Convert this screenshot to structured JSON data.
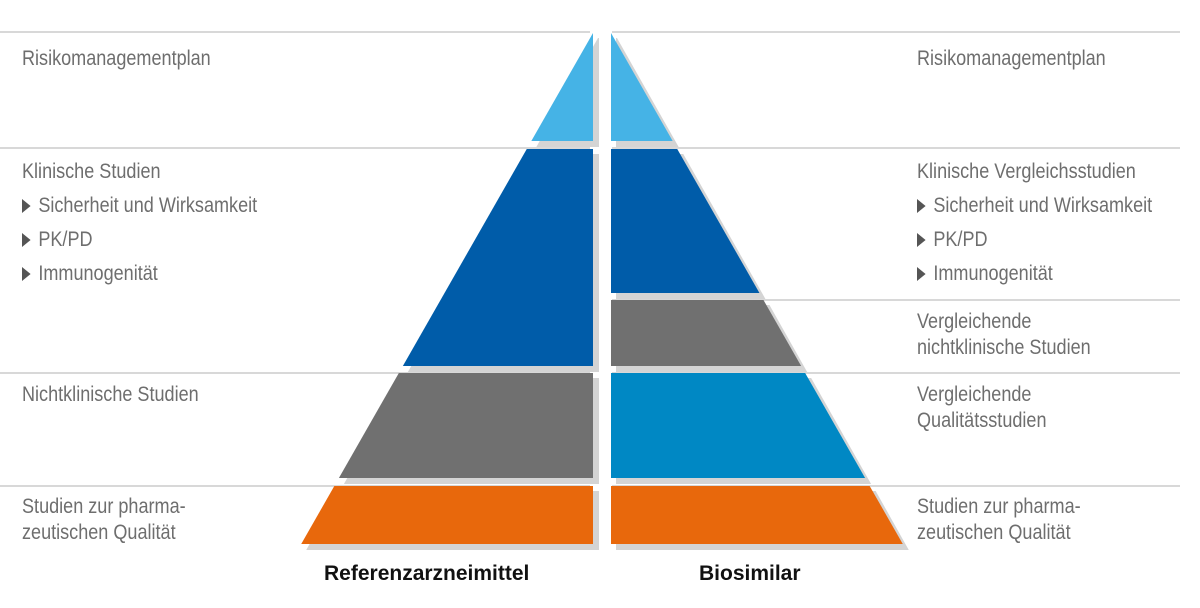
{
  "left": {
    "title": "Referenzarzneimittel",
    "levels": [
      {
        "label": "Risikomanagementplan",
        "color": "#45b3e6"
      },
      {
        "label": "Klinische Studien",
        "items": [
          "Sicherheit und Wirksamkeit",
          "PK/PD",
          "Immunogenität"
        ],
        "color": "#005ca9"
      },
      {
        "label": "Nichtklinische Studien",
        "color": "#707070"
      },
      {
        "label_lines": [
          "Studien zur pharma-",
          "zeutischen Qualität"
        ],
        "color": "#e8680c"
      }
    ]
  },
  "right": {
    "title": "Biosimilar",
    "levels": [
      {
        "label": "Risikomanagementplan",
        "color": "#45b3e6"
      },
      {
        "label": "Klinische Vergleichsstudien",
        "items": [
          "Sicherheit und Wirksamkeit",
          "PK/PD",
          "Immunogenität"
        ],
        "color": "#005ca9"
      },
      {
        "label_lines": [
          "Vergleichende",
          "nichtklinische Studien"
        ],
        "color": "#707070"
      },
      {
        "label_lines": [
          "Vergleichende",
          "Qualitätsstudien"
        ],
        "color": "#0088c4"
      },
      {
        "label_lines": [
          "Studien zur pharma-",
          "zeutischen Qualität"
        ],
        "color": "#e8680c"
      }
    ]
  },
  "colors": {
    "rule": "#cccccc",
    "shadow": "#d4d4d4"
  }
}
